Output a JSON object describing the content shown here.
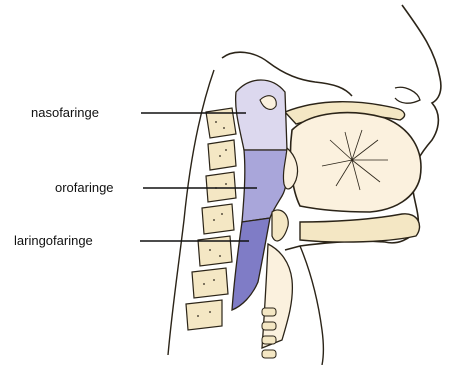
{
  "labels": {
    "nasopharynx": "nasofaringe",
    "oropharynx": "orofaringe",
    "laryngopharynx": "laringofaringe"
  },
  "colors": {
    "nasopharynx_fill": "#dcd8ee",
    "oropharynx_fill": "#a9a6da",
    "laryngopharynx_fill": "#7f7cc6",
    "outline": "#2b2418",
    "bone_fill": "#f4e7c4",
    "tissue_fill": "#fbf1de"
  }
}
